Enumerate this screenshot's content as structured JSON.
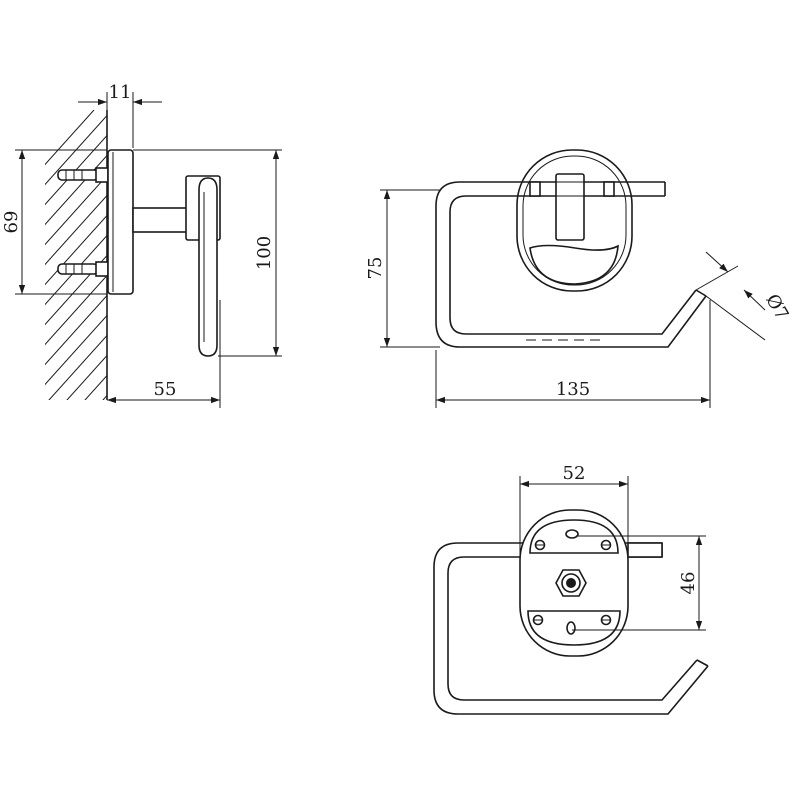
{
  "drawing": {
    "side_view": {
      "dimensions": {
        "plate_thickness": "11",
        "anchor_spacing": "69",
        "total_height": "100",
        "projection_depth": "55"
      }
    },
    "front_view": {
      "dimensions": {
        "height": "75",
        "width": "135",
        "rod_diameter": "Ø7"
      }
    },
    "top_view": {
      "dimensions": {
        "plate_width": "52",
        "plate_height": "46"
      }
    }
  }
}
